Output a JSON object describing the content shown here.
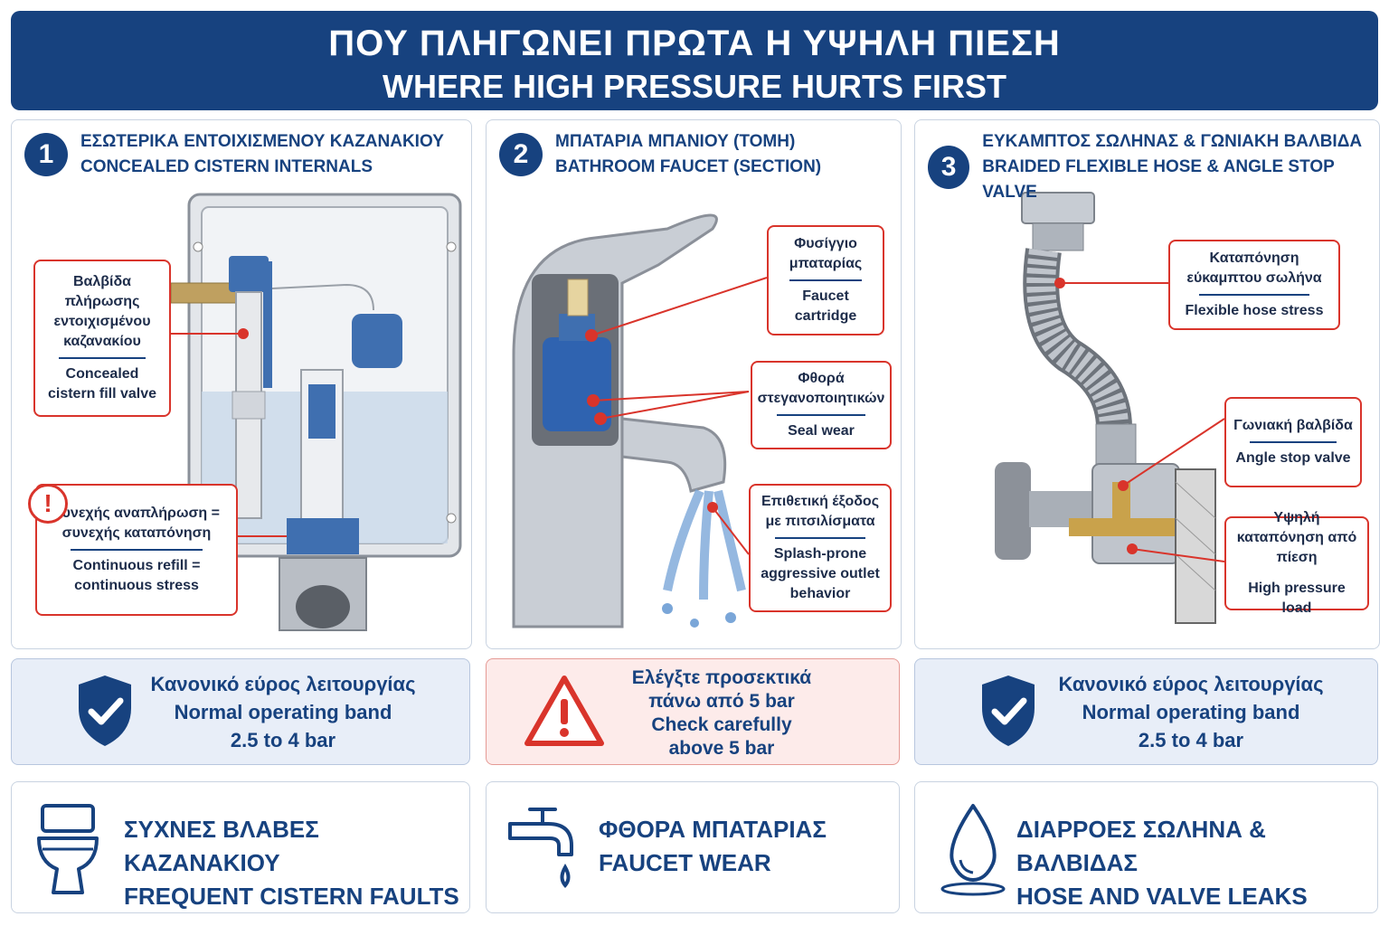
{
  "banner": {
    "title_gr": "ΠΟΥ ΠΛΗΓΩΝΕΙ ΠΡΩΤΑ Η ΥΨΗΛΗ ΠΙΕΣΗ",
    "title_en": "WHERE HIGH PRESSURE HURTS FIRST"
  },
  "panels": [
    {
      "number": "1",
      "title_gr": "ΕΣΩΤΕΡΙΚΑ ΕΝΤΟΙΧΙΣΜΕΝΟΥ ΚΑΖΑΝΑΚΙΟΥ",
      "title_en": "CONCEALED CISTERN INTERNALS",
      "callouts": [
        {
          "gr": "Βαλβίδα πλήρωσης εντοιχισμένου καζανακίου",
          "en": "Concealed cistern fill valve"
        },
        {
          "gr": "Συνεχής αναπλήρωση = συνεχής καταπόνηση",
          "en": "Continuous refill = continuous stress"
        }
      ],
      "alert_glyph": "!"
    },
    {
      "number": "2",
      "title_gr": "ΜΠΑΤΑΡΙΑ ΜΠΑΝΙΟΥ (ΤΟΜΗ)",
      "title_en": "BATHROOM FAUCET (SECTION)",
      "callouts": [
        {
          "gr": "Φυσίγγιο μπαταρίας",
          "en": "Faucet cartridge"
        },
        {
          "gr": "Φθορά στεγανοποιητικών",
          "en": "Seal wear"
        },
        {
          "gr": "Επιθετική έξοδος με πιτσιλίσματα",
          "en": "Splash-prone aggressive outlet behavior"
        }
      ]
    },
    {
      "number": "3",
      "title_gr": "ΕΥΚΑΜΠΤΟΣ ΣΩΛΗΝΑΣ & ΓΩΝΙΑΚΗ ΒΑΛΒΙΔΑ",
      "title_en": "BRAIDED FLEXIBLE HOSE & ANGLE STOP VALVE",
      "callouts": [
        {
          "gr": "Καταπόνηση εύκαμπτου σωλήνα",
          "en": "Flexible hose stress"
        },
        {
          "gr": "Γωνιακή βαλβίδα",
          "en": "Angle stop valve"
        },
        {
          "gr": "Υψηλή καταπόνηση από πίεση",
          "en": "High pressure load"
        }
      ]
    }
  ],
  "bands": [
    {
      "line1": "Κανονικό εύρος λειτουργίας",
      "line2": "Normal operating band",
      "line3": "2.5 to 4 bar",
      "icon": "shield-check-icon"
    },
    {
      "line1": "Ελέγξτε προσεκτικά",
      "line2": "πάνω από 5 bar",
      "line3": "Check carefully",
      "line4": "above 5 bar",
      "icon": "warning-triangle-icon"
    },
    {
      "line1": "Κανονικό εύρος λειτουργίας",
      "line2": "Normal operating band",
      "line3": "2.5 to 4 bar",
      "icon": "shield-check-icon"
    }
  ],
  "footers": [
    {
      "gr": "ΣΥΧΝΕΣ ΒΛΑΒΕΣ ΚΑΖΑΝΑΚΙΟΥ",
      "en": "FREQUENT CISTERN FAULTS",
      "icon": "toilet-icon"
    },
    {
      "gr": "ΦΘΟΡΑ ΜΠΑΤΑΡΙΑΣ",
      "en": "FAUCET WEAR",
      "icon": "faucet-icon"
    },
    {
      "gr": "ΔΙΑΡΡΟΕΣ ΣΩΛΗΝΑ & ΒΑΛΒΙΔΑΣ",
      "en": "HOSE AND VALVE LEAKS",
      "icon": "water-drop-icon"
    }
  ],
  "colors": {
    "navy": "#17427f",
    "red": "#d9342b",
    "ok_band": "#e8eef8",
    "warn_band": "#fdebea",
    "brass": "#c9a24b"
  }
}
